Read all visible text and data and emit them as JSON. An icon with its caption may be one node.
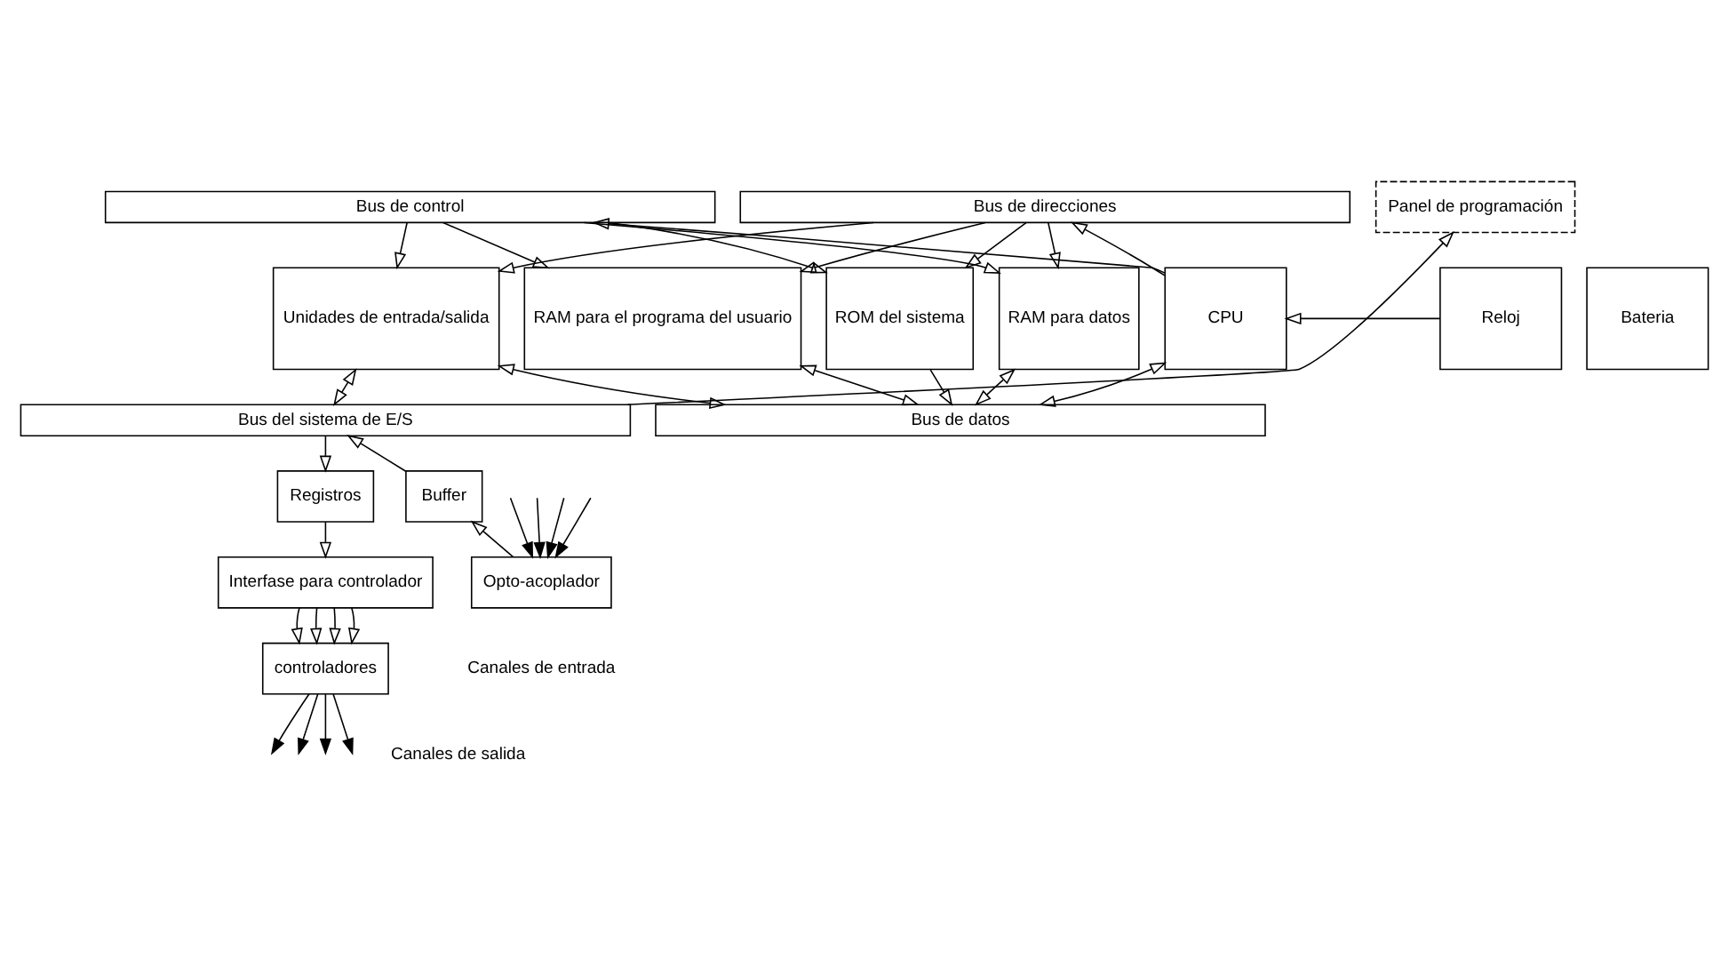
{
  "diagram": {
    "nodes": [
      {
        "text": [
          "Bus de direcciones"
        ]
      },
      {
        "text": [
          "Bus de control"
        ]
      },
      {
        "text": [
          "Bateria"
        ]
      },
      {
        "text": [
          "RAM para el programa del usuario"
        ]
      },
      {
        "text": [
          "CPU"
        ]
      },
      {
        "text": [
          "Reloj"
        ]
      },
      {
        "text": [
          "ROM del sistema"
        ]
      },
      {
        "text": [
          "RAM para datos"
        ]
      },
      {
        "text": [
          "Unidades de entrada/salida"
        ]
      },
      {
        "text": [
          "Panel de programación"
        ]
      },
      {
        "text": [
          "Bus de datos"
        ]
      },
      {
        "text": [
          "Bus del sistema de E/S"
        ]
      },
      {
        "text": [
          "Buffer"
        ]
      },
      {
        "text": [
          "Registros"
        ]
      },
      {
        "text": [
          "Opto-acoplador"
        ]
      },
      {
        "text": [
          "Interfase para controlador"
        ]
      },
      {
        "text": [
          "controladores"
        ]
      }
    ],
    "edges": [
      {
        "from": 0,
        "to": 3,
        "arrow": "to"
      },
      {
        "from": 1,
        "to": 3,
        "arrow": "to"
      },
      {
        "from": 4,
        "to": 0,
        "arrow": "to"
      },
      {
        "from": 4,
        "to": 1,
        "arrow": "to"
      },
      {
        "from": 5,
        "to": 4,
        "arrow": "to"
      },
      {
        "from": 0,
        "to": 6,
        "arrow": "to"
      },
      {
        "from": 1,
        "to": 6,
        "arrow": "to"
      },
      {
        "from": 0,
        "to": 7,
        "arrow": "to"
      },
      {
        "from": 1,
        "to": 7,
        "arrow": "to"
      },
      {
        "from": 0,
        "to": 8,
        "arrow": "to"
      },
      {
        "from": 1,
        "to": 8,
        "arrow": "to"
      },
      {
        "from": 3,
        "to": 10,
        "arrow": "both"
      },
      {
        "from": 4,
        "to": 10,
        "arrow": "both"
      },
      {
        "from": 6,
        "to": 10,
        "arrow": "to"
      },
      {
        "from": 7,
        "to": 10,
        "arrow": "both"
      },
      {
        "from": 8,
        "to": 10,
        "arrow": "both"
      },
      {
        "from": 8,
        "to": 11,
        "arrow": "both"
      },
      {
        "from": 11,
        "to": 9,
        "arrow": "to"
      },
      {
        "from": 12,
        "to": 11,
        "arrow": "to"
      },
      {
        "from": 11,
        "to": 13,
        "arrow": "to"
      },
      {
        "from": 14,
        "to": 12,
        "arrow": "to"
      },
      {
        "from": 13,
        "to": 15,
        "arrow": "to"
      },
      {
        "from": null,
        "to": 14,
        "arrow": "to"
      },
      {
        "from": null,
        "to": 14,
        "arrow": "to"
      },
      {
        "from": null,
        "to": 14,
        "arrow": "to"
      },
      {
        "from": null,
        "to": 14,
        "arrow": "to"
      },
      {
        "from": 15,
        "to": 16,
        "arrow": "to"
      },
      {
        "from": 15,
        "to": 16,
        "arrow": "to"
      },
      {
        "from": 15,
        "to": 16,
        "arrow": "to"
      },
      {
        "from": 15,
        "to": 16,
        "arrow": "to"
      },
      {
        "from": 16,
        "to": null,
        "arrow": "to"
      },
      {
        "from": 16,
        "to": null,
        "arrow": "to"
      },
      {
        "from": 16,
        "to": null,
        "arrow": "to"
      },
      {
        "from": 16,
        "to": null,
        "arrow": "to"
      }
    ],
    "labels": [
      "Canales de entrada",
      "Canales de salida"
    ]
  }
}
